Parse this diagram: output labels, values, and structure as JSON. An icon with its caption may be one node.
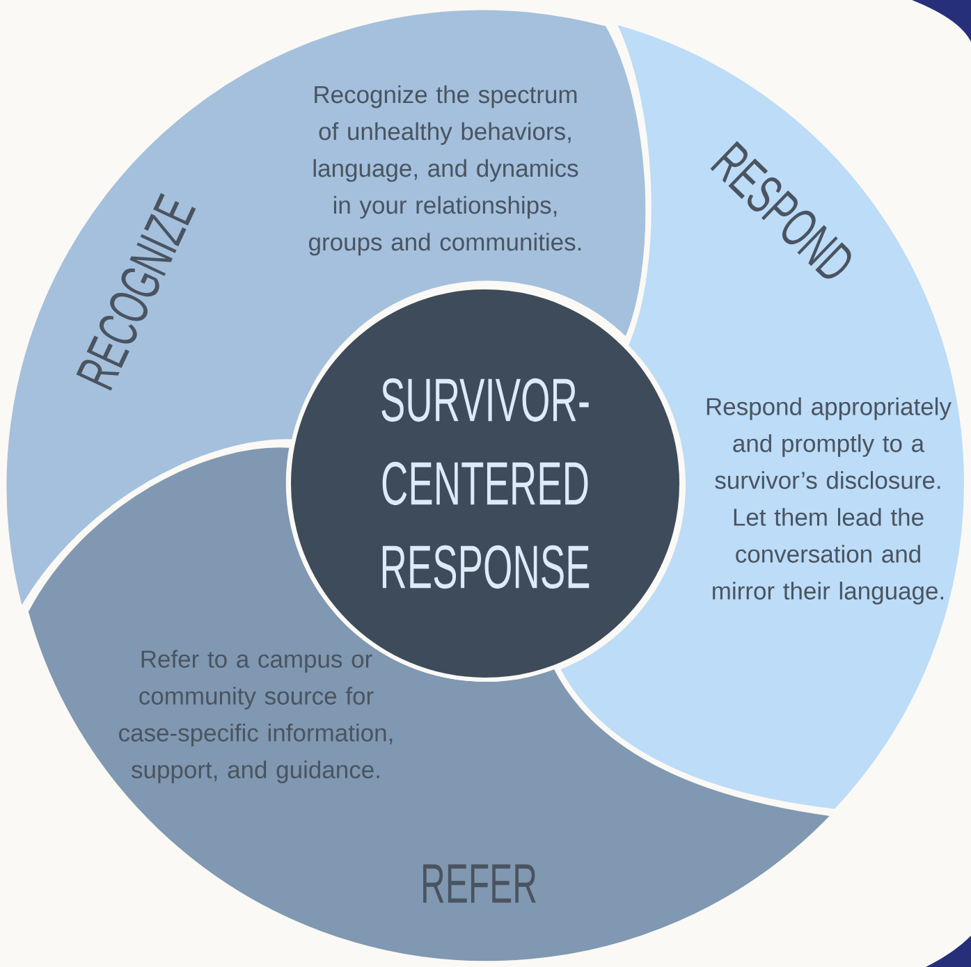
{
  "diagram": {
    "nodes": [
      {
        "text": [
          "RECOGNIZE",
          "Recognize the spectrum of unhealthy behaviors, language, and dynamics in your relationships, groups and communities."
        ]
      },
      {
        "text": [
          "RESPOND",
          "Respond appropriately and promptly to a survivor’s disclosure. Let them lead the conversation and mirror their language."
        ]
      },
      {
        "text": [
          "SURVIVOR- CENTERED RESPONSE"
        ]
      },
      {
        "text": [
          "REFER",
          "Refer to a campus or community source for case-specific information, support, and guidance."
        ]
      }
    ]
  }
}
